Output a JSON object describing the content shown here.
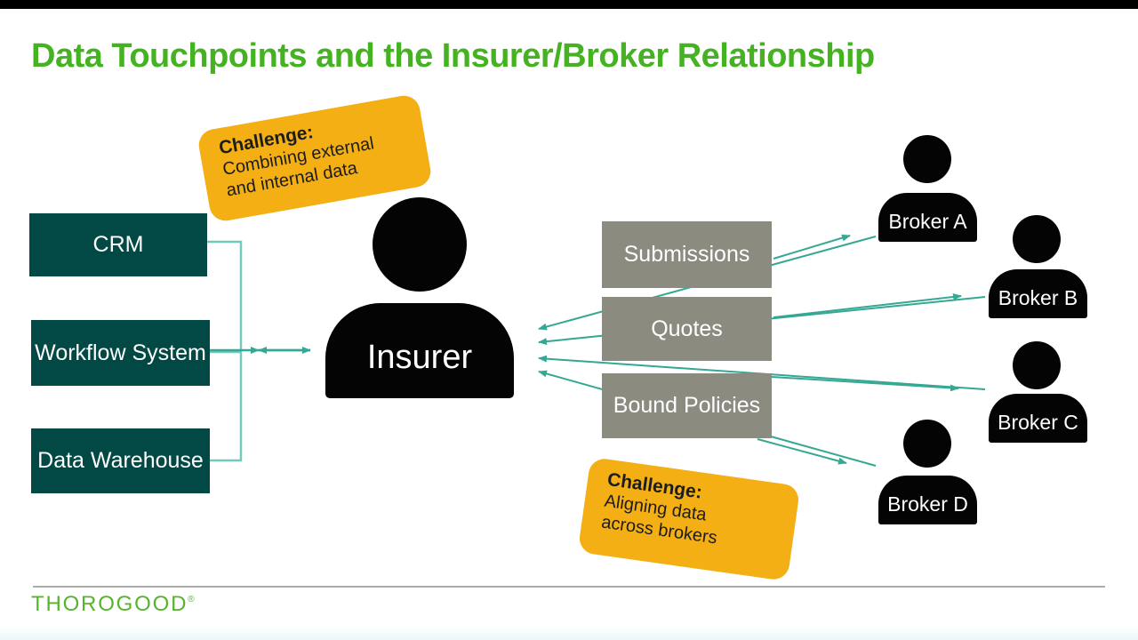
{
  "slide": {
    "title": "Data Touchpoints and the Insurer/Broker Relationship",
    "footer_logo": "THOROGOOD",
    "footer_logo_mark": "®"
  },
  "callouts": [
    {
      "heading": "Challenge:",
      "lines": [
        "Combining external",
        "and internal data"
      ]
    },
    {
      "heading": "Challenge:",
      "lines": [
        "Aligning data",
        "across brokers"
      ]
    }
  ],
  "source_systems": [
    {
      "label": "CRM"
    },
    {
      "label": "Workflow System"
    },
    {
      "label": "Data Warehouse"
    }
  ],
  "insurer": {
    "label": "Insurer"
  },
  "touchpoints": [
    {
      "label": "Submissions"
    },
    {
      "label": "Quotes"
    },
    {
      "label": "Bound Policies"
    }
  ],
  "brokers": [
    {
      "label": "Broker A"
    },
    {
      "label": "Broker B"
    },
    {
      "label": "Broker C"
    },
    {
      "label": "Broker D"
    }
  ],
  "colors": {
    "title_green": "#45b221",
    "logo_green": "#56b42c",
    "source_box_teal": "#024945",
    "touchpoint_gray": "#8b8b80",
    "arrow_teal": "#35a893",
    "bracket_teal": "#74c9be",
    "callout_yellow": "#f3af13",
    "figure_black": "#040404"
  }
}
